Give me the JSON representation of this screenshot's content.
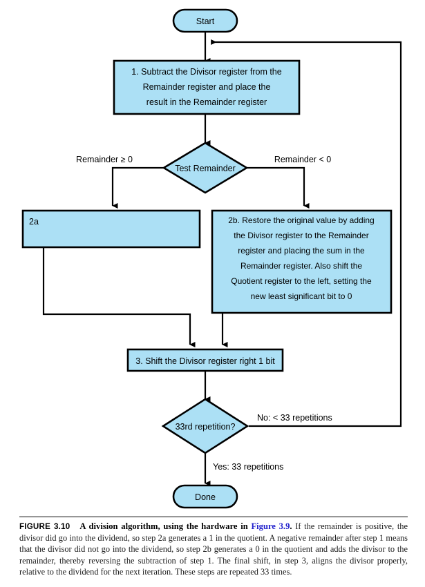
{
  "figure": {
    "label": "FIGURE 3.10",
    "title": "A division algorithm, using the hardware in",
    "link_text": "Figure 3.9",
    "title_end": ".",
    "body": "If the remainder is positive, the divisor did go into the dividend, so step 2a generates a 1 in the quotient. A negative remainder after step 1 means that the divisor did not go into the dividend, so step 2b generates a 0 in the quotient and adds the divisor to the remainder, thereby reversing the subtraction of step 1. The final shift, in step 3, aligns the divisor properly, relative to the dividend for the next iteration. These steps are repeated 33 times."
  },
  "colors": {
    "node_fill": "#ace0f5",
    "node_stroke": "#000000",
    "link_blue": "#2222cc"
  },
  "flowchart": {
    "start": {
      "label": "Start"
    },
    "step1": {
      "lines": [
        "1.  Subtract the Divisor register from the",
        "Remainder register and place the",
        "result in the Remainder register"
      ]
    },
    "test_remainder": {
      "label": "Test Remainder",
      "branch_left_label": "Remainder ≥ 0",
      "branch_right_label": "Remainder < 0"
    },
    "step2a": {
      "lines": [
        "2a"
      ]
    },
    "step2b": {
      "lines": [
        "2b.  Restore the original value by adding",
        "the Divisor register to the Remainder",
        "register and placing the sum in the",
        "Remainder register. Also shift the",
        "Quotient register to the left, setting the",
        "new least significant bit to 0"
      ]
    },
    "step3": {
      "lines": [
        "3.  Shift the Divisor register right 1 bit"
      ]
    },
    "repetition_test": {
      "label": "33rd repetition?",
      "branch_no_label": "No: < 33 repetitions",
      "branch_yes_label": "Yes: 33 repetitions"
    },
    "done": {
      "label": "Done"
    }
  }
}
